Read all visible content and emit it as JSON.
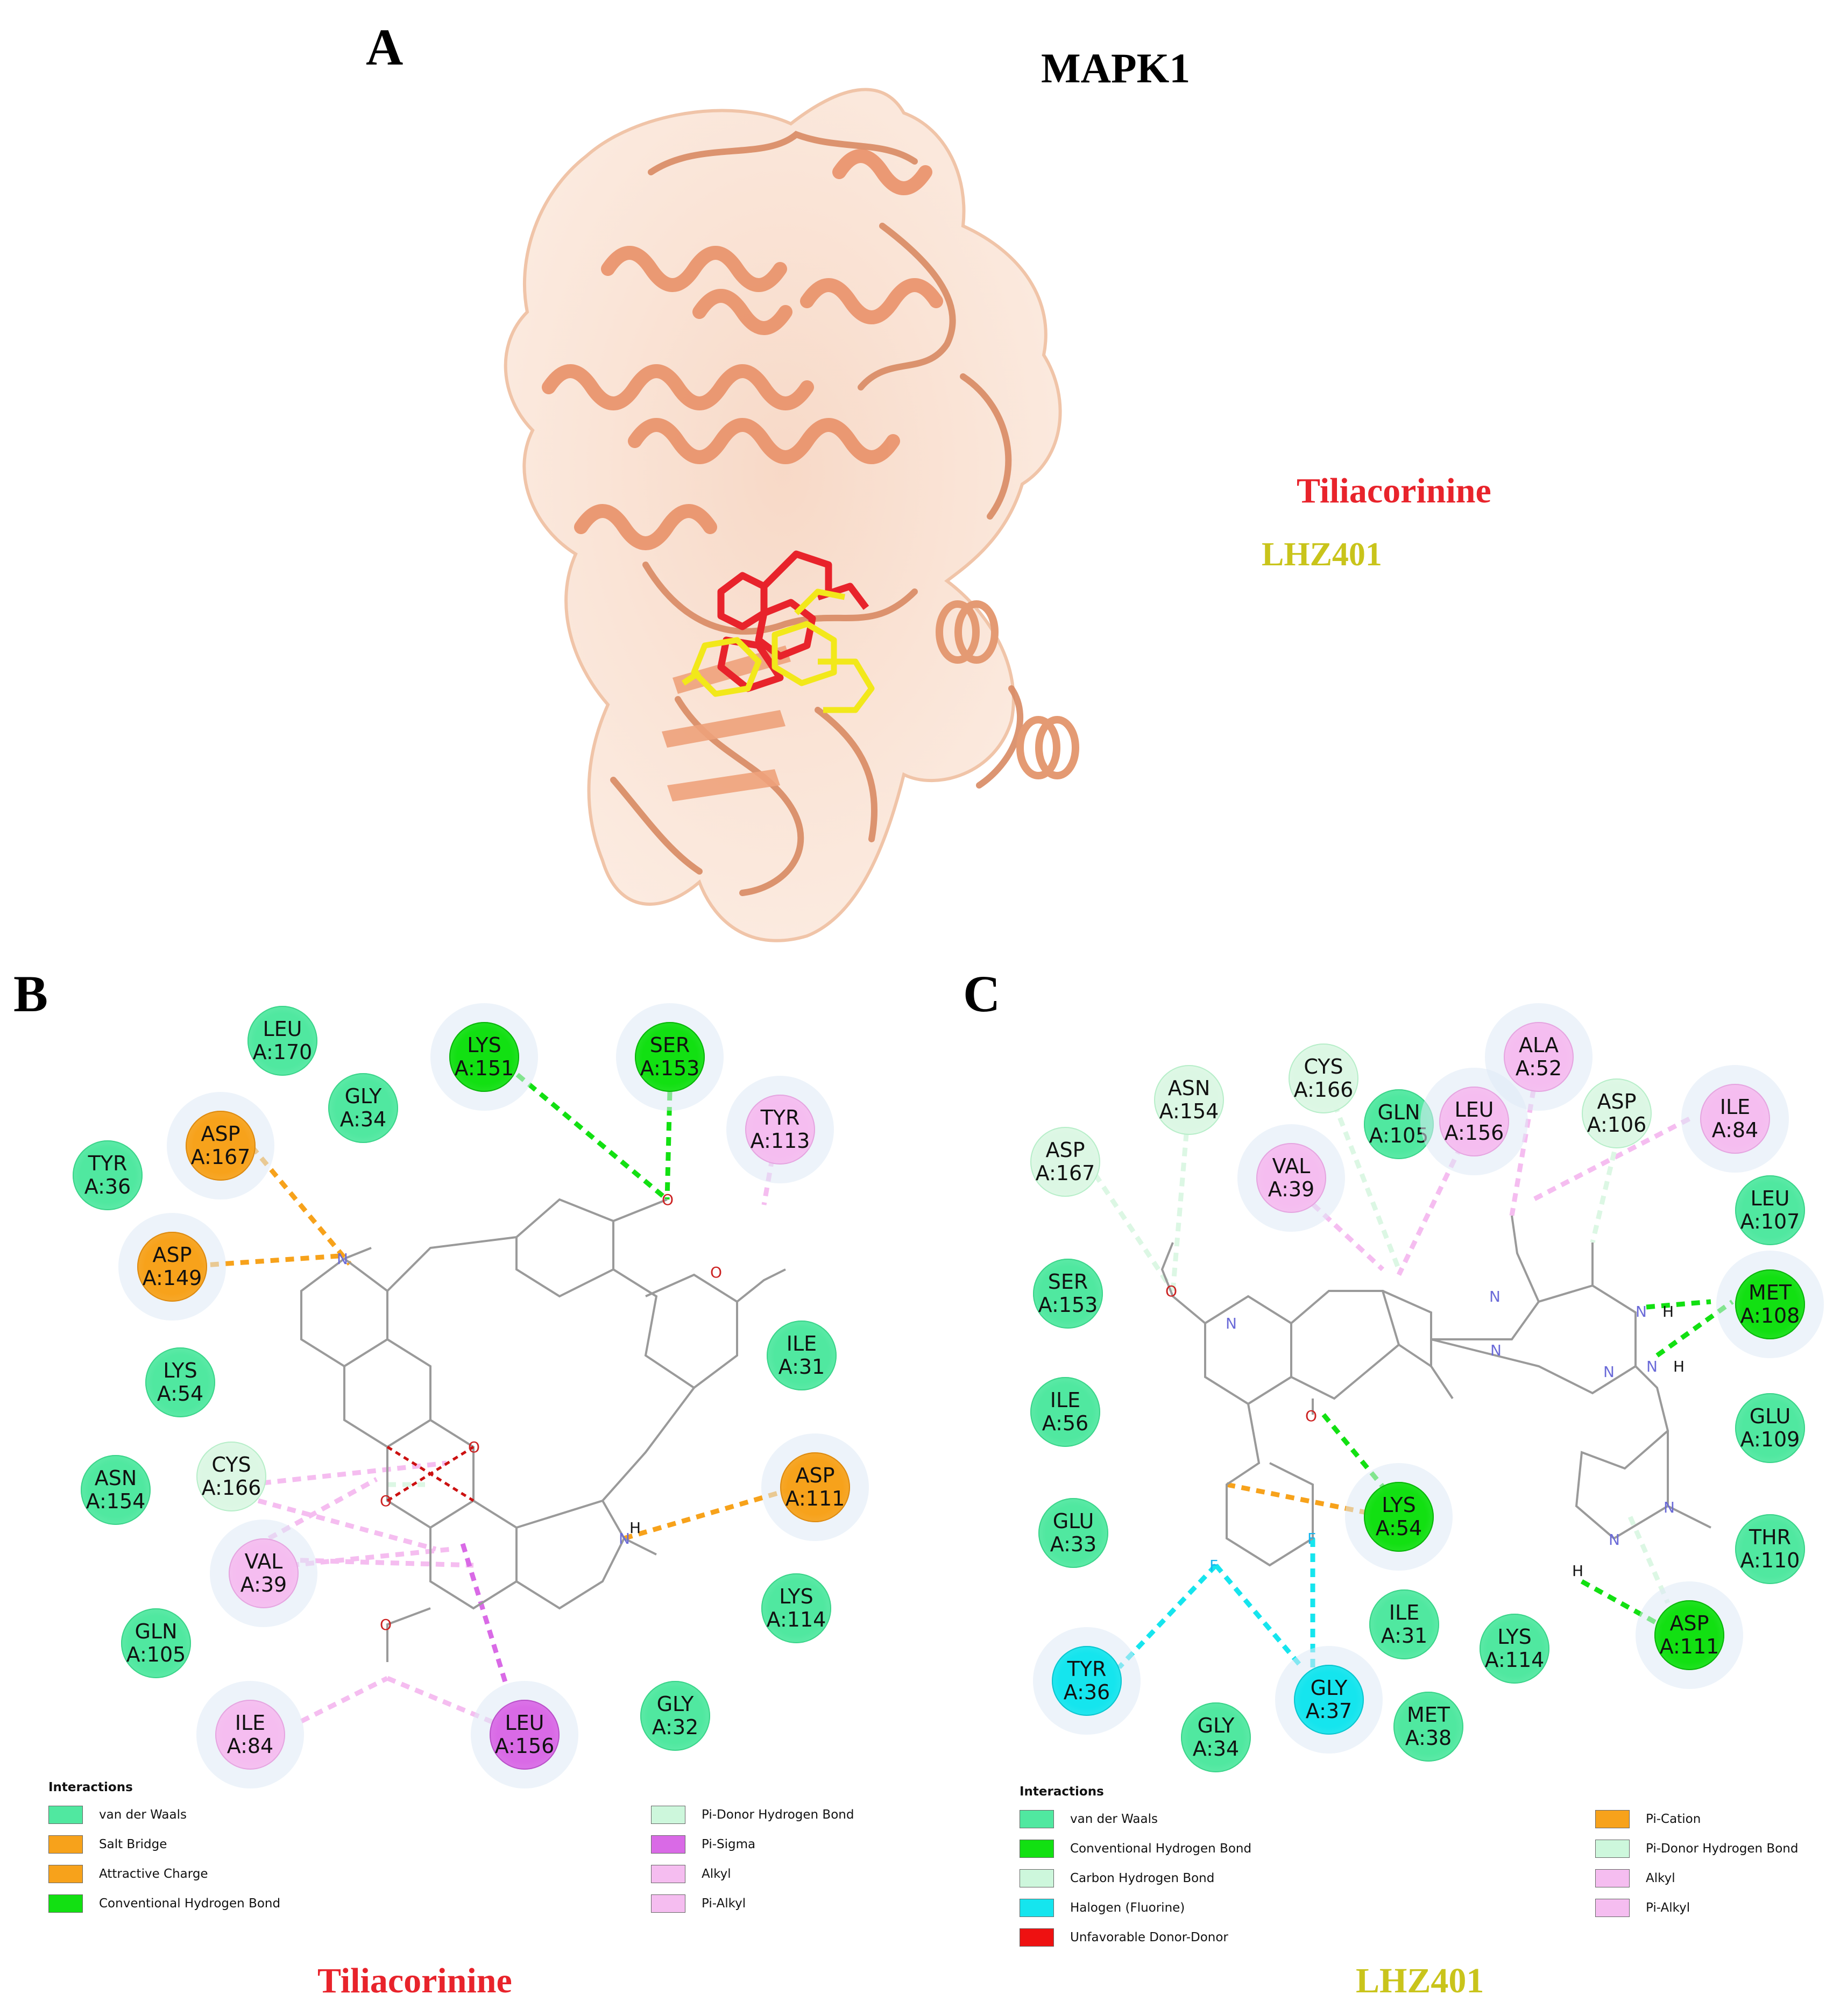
{
  "panels": {
    "A": {
      "letter": "A",
      "protein": "MAPK1",
      "ligand1": {
        "name": "Tiliacorinine",
        "color": "#e8232b"
      },
      "ligand2": {
        "name": "LHZ401",
        "color": "#c9c41b"
      }
    },
    "B": {
      "letter": "B",
      "caption": "Tiliacorinine",
      "caption_color": "#e8232b",
      "residues": [
        {
          "line1": "LEU",
          "line2": "A:170",
          "type": "vdw"
        },
        {
          "line1": "GLY",
          "line2": "A:34",
          "type": "vdw"
        },
        {
          "line1": "LYS",
          "line2": "A:151",
          "type": "hbond"
        },
        {
          "line1": "SER",
          "line2": "A:153",
          "type": "hbond"
        },
        {
          "line1": "TYR",
          "line2": "A:113",
          "type": "alkyl"
        },
        {
          "line1": "TYR",
          "line2": "A:36",
          "type": "vdw"
        },
        {
          "line1": "ASP",
          "line2": "A:167",
          "type": "charge"
        },
        {
          "line1": "ASP",
          "line2": "A:149",
          "type": "charge"
        },
        {
          "line1": "LYS",
          "line2": "A:54",
          "type": "vdw"
        },
        {
          "line1": "ILE",
          "line2": "A:31",
          "type": "vdw"
        },
        {
          "line1": "ASN",
          "line2": "A:154",
          "type": "vdw"
        },
        {
          "line1": "CYS",
          "line2": "A:166",
          "type": "pidonor"
        },
        {
          "line1": "ASP",
          "line2": "A:111",
          "type": "charge"
        },
        {
          "line1": "VAL",
          "line2": "A:39",
          "type": "alkyl"
        },
        {
          "line1": "LYS",
          "line2": "A:114",
          "type": "vdw"
        },
        {
          "line1": "GLN",
          "line2": "A:105",
          "type": "vdw"
        },
        {
          "line1": "GLY",
          "line2": "A:32",
          "type": "vdw"
        },
        {
          "line1": "ILE",
          "line2": "A:84",
          "type": "alkyl"
        },
        {
          "line1": "LEU",
          "line2": "A:156",
          "type": "pisigma"
        }
      ],
      "legend": {
        "title": "Interactions",
        "left": [
          {
            "label": "van der Waals",
            "color": "#50e8a0"
          },
          {
            "label": "Salt Bridge",
            "color": "#f7a21b"
          },
          {
            "label": "Attractive Charge",
            "color": "#f7a21b"
          },
          {
            "label": "Conventional Hydrogen Bond",
            "color": "#12e012"
          }
        ],
        "right": [
          {
            "label": "Pi-Donor Hydrogen Bond",
            "color": "#cdf7dc"
          },
          {
            "label": "Pi-Sigma",
            "color": "#d96ae6"
          },
          {
            "label": "Alkyl",
            "color": "#f5bdf0"
          },
          {
            "label": "Pi-Alkyl",
            "color": "#f5bdf0"
          }
        ]
      }
    },
    "C": {
      "letter": "C",
      "caption": "LHZ401",
      "caption_color": "#c9c41b",
      "residues": [
        {
          "line1": "ASN",
          "line2": "A:154",
          "type": "chbond"
        },
        {
          "line1": "CYS",
          "line2": "A:166",
          "type": "chbond"
        },
        {
          "line1": "ALA",
          "line2": "A:52",
          "type": "alkyl"
        },
        {
          "line1": "ASP",
          "line2": "A:106",
          "type": "chbond"
        },
        {
          "line1": "ILE",
          "line2": "A:84",
          "type": "alkyl"
        },
        {
          "line1": "ASP",
          "line2": "A:167",
          "type": "chbond"
        },
        {
          "line1": "GLN",
          "line2": "A:105",
          "type": "vdw"
        },
        {
          "line1": "LEU",
          "line2": "A:156",
          "type": "alkyl"
        },
        {
          "line1": "VAL",
          "line2": "A:39",
          "type": "alkyl"
        },
        {
          "line1": "LEU",
          "line2": "A:107",
          "type": "vdw"
        },
        {
          "line1": "SER",
          "line2": "A:153",
          "type": "vdw"
        },
        {
          "line1": "MET",
          "line2": "A:108",
          "type": "hbond"
        },
        {
          "line1": "ILE",
          "line2": "A:56",
          "type": "vdw"
        },
        {
          "line1": "GLU",
          "line2": "A:109",
          "type": "vdw"
        },
        {
          "line1": "GLU",
          "line2": "A:33",
          "type": "vdw"
        },
        {
          "line1": "LYS",
          "line2": "A:54",
          "type": "hbond"
        },
        {
          "line1": "THR",
          "line2": "A:110",
          "type": "vdw"
        },
        {
          "line1": "ILE",
          "line2": "A:31",
          "type": "vdw"
        },
        {
          "line1": "LYS",
          "line2": "A:114",
          "type": "vdw"
        },
        {
          "line1": "ASP",
          "line2": "A:111",
          "type": "hbond"
        },
        {
          "line1": "TYR",
          "line2": "A:36",
          "type": "halogen"
        },
        {
          "line1": "GLY",
          "line2": "A:37",
          "type": "halogen"
        },
        {
          "line1": "MET",
          "line2": "A:38",
          "type": "vdw"
        },
        {
          "line1": "GLY",
          "line2": "A:34",
          "type": "vdw"
        }
      ],
      "legend": {
        "title": "Interactions",
        "left": [
          {
            "label": "van der Waals",
            "color": "#50e8a0"
          },
          {
            "label": "Conventional Hydrogen Bond",
            "color": "#12e012"
          },
          {
            "label": "Carbon Hydrogen Bond",
            "color": "#cdf7dc"
          },
          {
            "label": "Halogen (Fluorine)",
            "color": "#15e5ee"
          },
          {
            "label": "Unfavorable Donor-Donor",
            "color": "#ee1111"
          }
        ],
        "right": [
          {
            "label": "Pi-Cation",
            "color": "#f7a21b"
          },
          {
            "label": "Pi-Donor Hydrogen Bond",
            "color": "#cdf7dc"
          },
          {
            "label": "Alkyl",
            "color": "#f5bdf0"
          },
          {
            "label": "Pi-Alkyl",
            "color": "#f5bdf0"
          }
        ]
      }
    }
  },
  "residue_colors": {
    "vdw": "#50e8a0",
    "hbond": "#12e012",
    "charge": "#f7a21b",
    "alkyl": "#f5bdf0",
    "pisigma": "#d96ae6",
    "pidonor": "#dcf7e4",
    "chbond": "#dcf7e4",
    "halogen": "#15e5ee"
  }
}
